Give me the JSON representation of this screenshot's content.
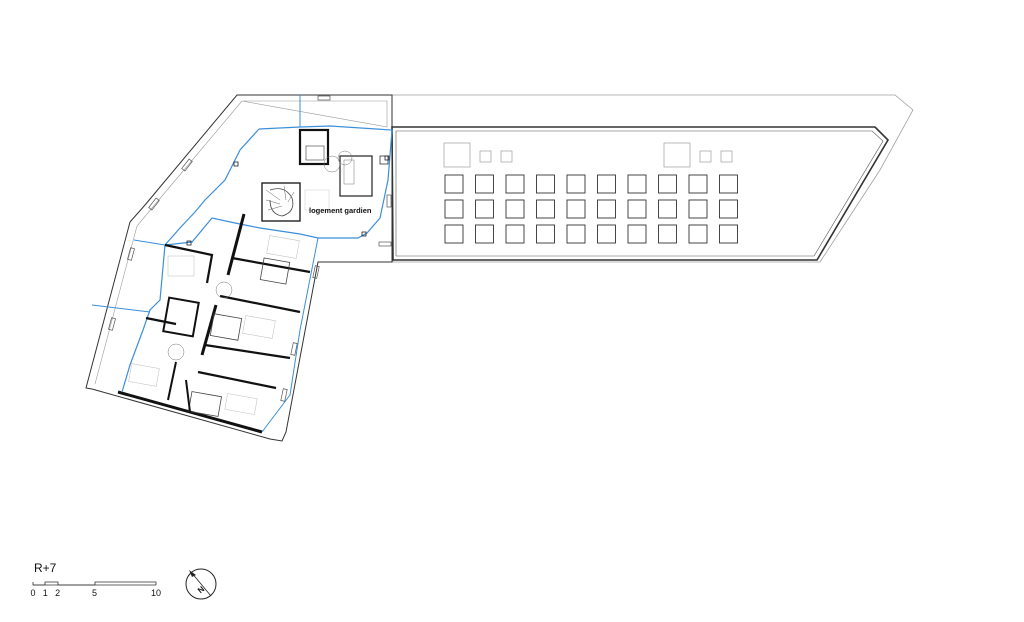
{
  "room_label": "logement gardien",
  "level_label": "R+7",
  "scale_bar": {
    "tick_labels": [
      "0",
      "1",
      "2",
      "5",
      "10"
    ],
    "tick_values": [
      0,
      1,
      2,
      5,
      10
    ]
  },
  "north_arrow": {
    "label": "N"
  },
  "roof_grid": {
    "rows": 3,
    "cols": 10
  },
  "colors": {
    "wall": "#1a1a1a",
    "thin_line": "#8c8c8c",
    "partition_line": "#3b8fd9",
    "background": "#ffffff"
  }
}
